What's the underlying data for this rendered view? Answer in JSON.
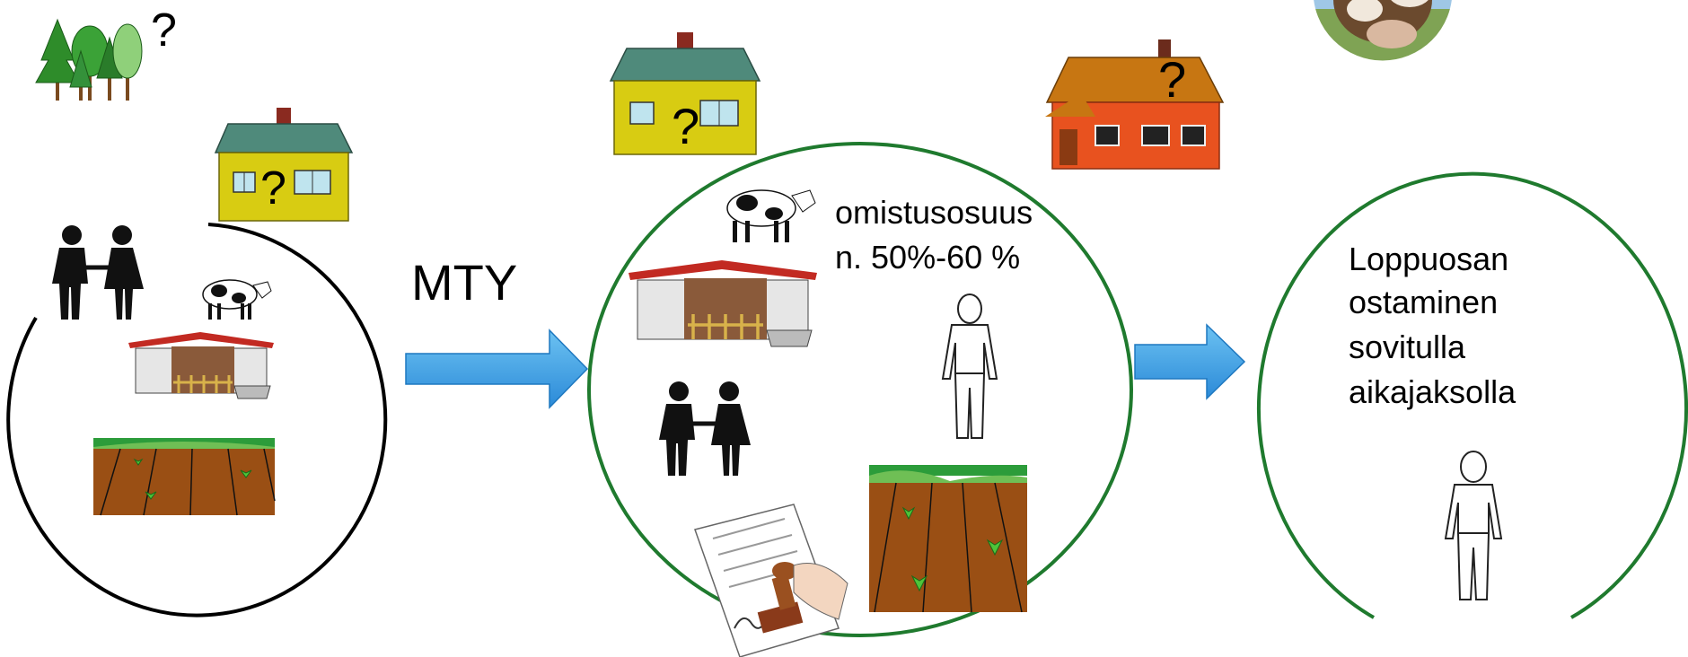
{
  "labels": {
    "mty": "MTY",
    "ownership": [
      "omistusosuus",
      "n. 50%-60 %"
    ],
    "remainder": [
      "Loppuosan",
      "ostaminen",
      "sovitulla",
      "aikajaksolla"
    ],
    "question": "?"
  },
  "colors": {
    "black_ring": "#000000",
    "green_ring": "#1f7a2e",
    "arrow": "#3aa0e6",
    "house_yellow": "#d8cc12",
    "house_orange": "#e8521f",
    "roof_teal": "#4f8a7b",
    "soil": "#9a4f14",
    "grass": "#2c9c3a"
  },
  "icons": [
    "trees-icon",
    "house-icon",
    "couple-icon",
    "cow-icon",
    "barn-icon",
    "field-icon",
    "arrow-icon",
    "farmer-icon",
    "contract-stamp-icon",
    "cow-photo-icon"
  ]
}
